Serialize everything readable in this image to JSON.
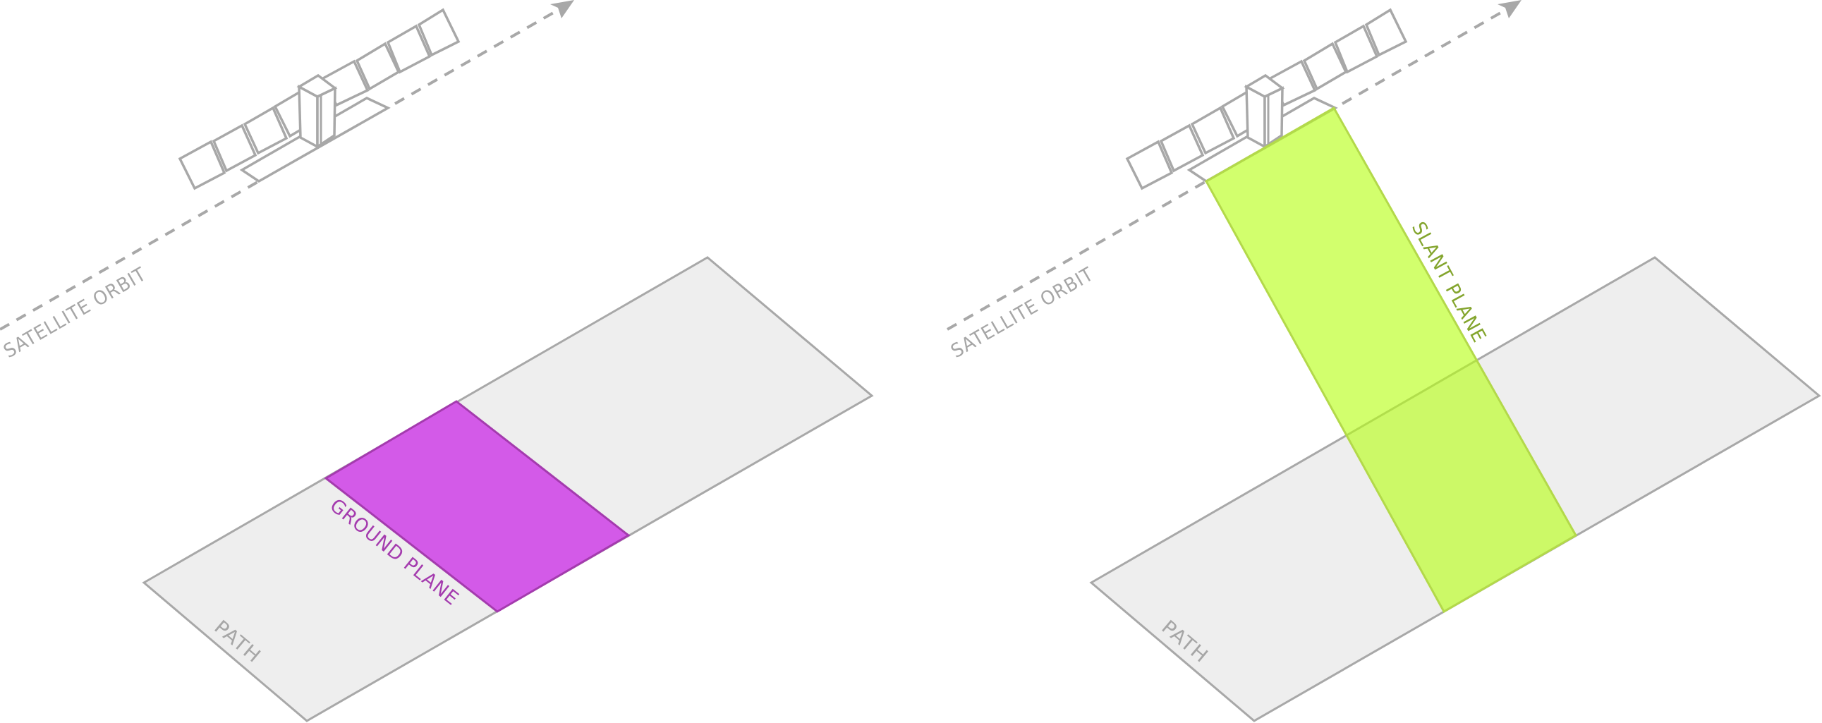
{
  "diagram": {
    "panels": [
      {
        "id": "ground-plane-panel",
        "labels": {
          "orbit": "SATELLITE ORBIT",
          "plane": "GROUND PLANE",
          "path": "PATH"
        },
        "plane_color": "#d35ae8",
        "plane_stroke": "#a43bae"
      },
      {
        "id": "slant-plane-panel",
        "labels": {
          "orbit": "SATELLITE ORBIT",
          "plane": "SLANT PLANE",
          "path": "PATH"
        },
        "plane_color": "#ccff66",
        "plane_stroke": "#b3d94a"
      }
    ],
    "colors": {
      "line_gray": "#a8a8a8",
      "path_fill": "#eeeeee",
      "ground_text": "#a43bae",
      "slant_text": "#84a52e",
      "background": "#ffffff"
    },
    "icons": {
      "satellite": "satellite-icon",
      "orbit_arrow": "arrow-head-icon"
    }
  }
}
